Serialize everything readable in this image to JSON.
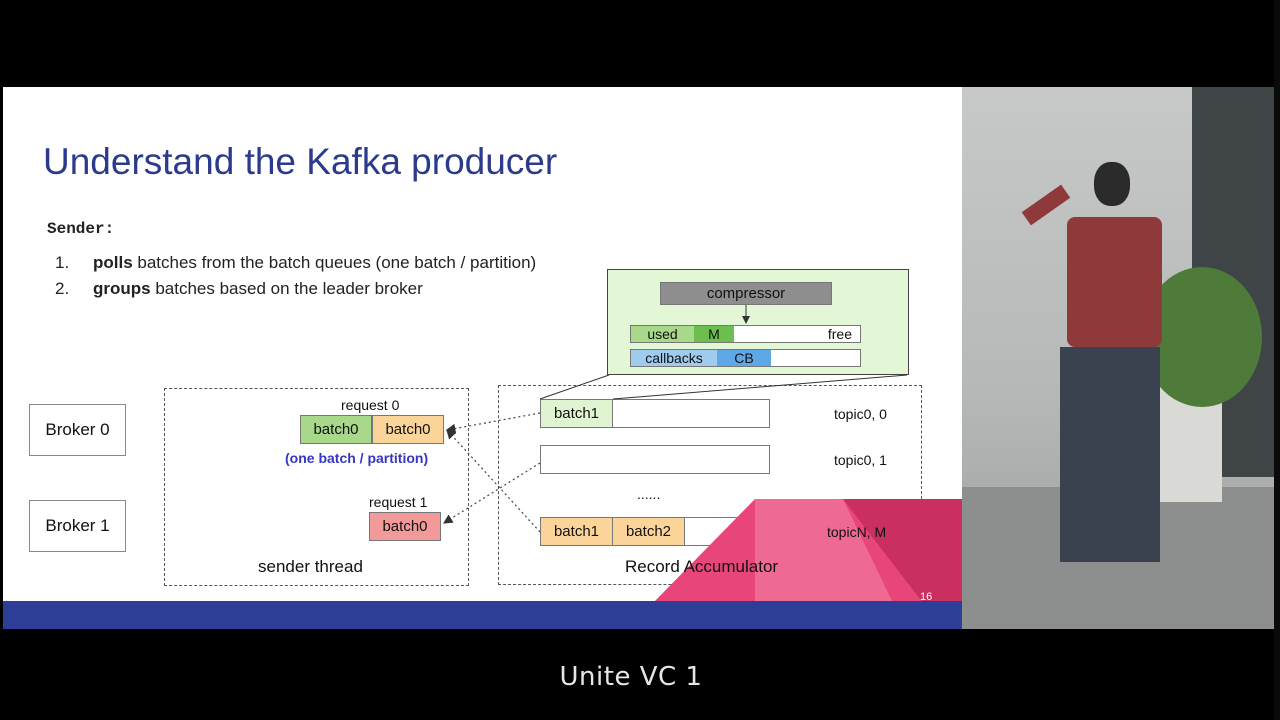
{
  "slide": {
    "title": "Understand the Kafka producer",
    "sender_label": "Sender:",
    "list": [
      {
        "num": "1.",
        "bold": "polls",
        "rest": " batches from the batch queues (one batch / partition)"
      },
      {
        "num": "2.",
        "bold": "groups",
        "rest": " batches based on the leader broker"
      }
    ],
    "slide_number": "16"
  },
  "diagram": {
    "brokers": [
      "Broker 0",
      "Broker 1"
    ],
    "request0_label": "request 0",
    "request0_batches": [
      "batch0",
      "batch0"
    ],
    "one_batch_note": "(one batch / partition)",
    "request1_label": "request 1",
    "request1_batches": [
      "batch0"
    ],
    "sender_thread_label": "sender thread",
    "accumulator_label": "Record Accumulator",
    "queue_rows": [
      {
        "cells": [
          "batch1"
        ],
        "topic": "topic0, 0"
      },
      {
        "cells": [],
        "topic": "topic0, 1"
      },
      {
        "cells": [
          "batch1",
          "batch2"
        ],
        "topic": "topicN, M"
      }
    ],
    "ellipsis": "......",
    "compressor_label": "compressor",
    "memory": {
      "used": "used",
      "m": "M",
      "free": "free"
    },
    "callbacks": {
      "label": "callbacks",
      "cb": "CB"
    }
  },
  "caption": "Unite VC 1",
  "colors": {
    "title": "#2b3a8c",
    "footer": "#2c3e95",
    "note": "#3636c4",
    "green": "#a8d98a",
    "orange": "#fbd49a",
    "red": "#f29a9a",
    "blue": "#9ecbee",
    "accent_pink": "#e8457a"
  }
}
